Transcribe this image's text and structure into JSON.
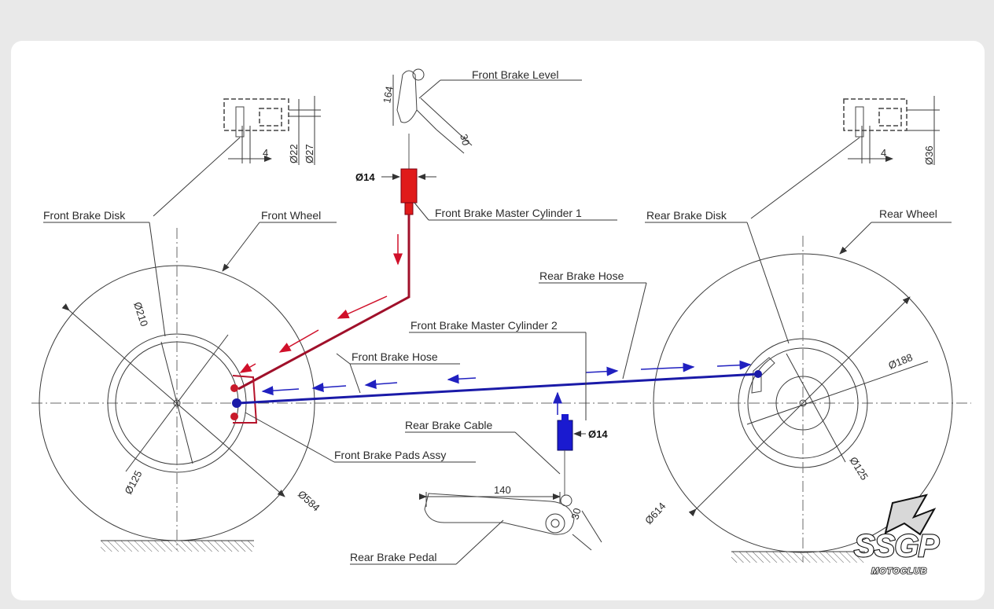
{
  "labels": {
    "front_brake_level": "Front Brake Level",
    "front_brake_disk": "Front Brake Disk",
    "front_wheel": "Front Wheel",
    "front_brake_master_cylinder_1": "Front Brake Master Cylinder 1",
    "rear_brake_disk": "Rear Brake Disk",
    "rear_wheel": "Rear Wheel",
    "rear_brake_hose": "Rear Brake Hose",
    "front_brake_master_cylinder_2": "Front Brake Master Cylinder 2",
    "front_brake_hose": "Front Brake Hose",
    "rear_brake_cable": "Rear Brake Cable",
    "front_brake_pads_assy": "Front Brake Pads Assy",
    "rear_brake_pedal": "Rear Brake Pedal"
  },
  "dimensions": {
    "lever_length": "164",
    "lever_travel": "30",
    "front_master_bore": "Ø14",
    "rear_master_bore": "Ø14",
    "front_detail_width": "4",
    "front_detail_d1": "Ø22",
    "front_detail_d2": "Ø27",
    "rear_detail_width": "4",
    "rear_detail_d": "Ø36",
    "front_disk_dia": "Ø210",
    "front_hub_dia": "Ø125",
    "front_wheel_dia": "Ø584",
    "rear_disk_dia": "Ø188",
    "rear_hub_dia": "Ø125",
    "rear_wheel_dia": "Ø614",
    "pedal_length": "140",
    "pedal_travel": "30"
  },
  "logo": {
    "main": "SSGP",
    "sub": "MOTOCLUB"
  },
  "colors": {
    "front_circuit": "#b5122a",
    "rear_circuit": "#1a1aa8",
    "drawing": "#3a3a3a"
  }
}
